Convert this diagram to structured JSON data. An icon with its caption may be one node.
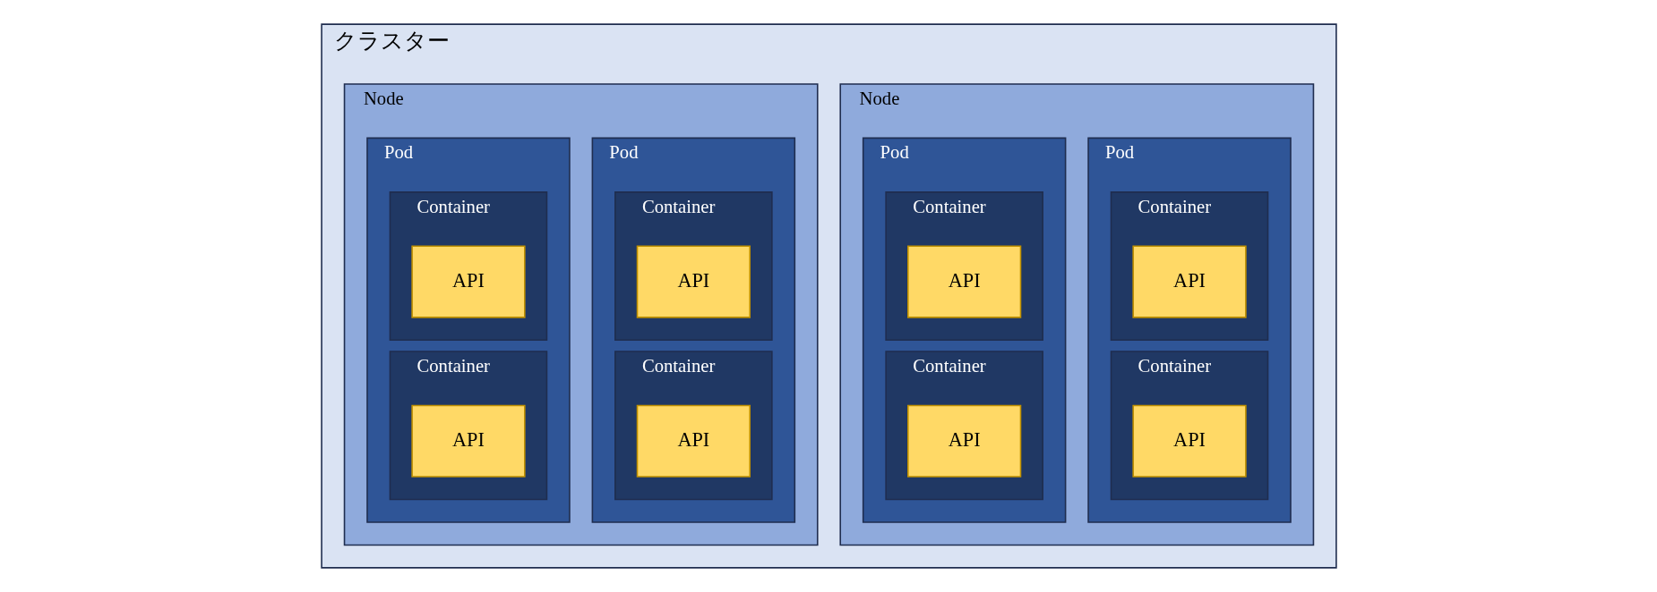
{
  "diagram": {
    "nodes": [
      {
        "text": [
          "クラスター"
        ]
      },
      {
        "text": [
          "Node"
        ],
        "in": 0
      },
      {
        "text": [
          "Pod"
        ],
        "in": 1
      },
      {
        "text": [
          "Container"
        ],
        "in": 2
      },
      {
        "text": [
          "API"
        ],
        "in": 3
      },
      {
        "text": [
          "Container"
        ],
        "in": 2
      },
      {
        "text": [
          "API"
        ],
        "in": 5
      },
      {
        "text": [
          "Pod"
        ],
        "in": 1
      },
      {
        "text": [
          "Container"
        ],
        "in": 7
      },
      {
        "text": [
          "API"
        ],
        "in": 8
      },
      {
        "text": [
          "Container"
        ],
        "in": 7
      },
      {
        "text": [
          "API"
        ],
        "in": 10
      },
      {
        "text": [
          "Node"
        ],
        "in": 0
      },
      {
        "text": [
          "Pod"
        ],
        "in": 12
      },
      {
        "text": [
          "Container"
        ],
        "in": 13
      },
      {
        "text": [
          "API"
        ],
        "in": 14
      },
      {
        "text": [
          "Container"
        ],
        "in": 13
      },
      {
        "text": [
          "API"
        ],
        "in": 16
      },
      {
        "text": [
          "Pod"
        ],
        "in": 12
      },
      {
        "text": [
          "Container"
        ],
        "in": 18
      },
      {
        "text": [
          "API"
        ],
        "in": 19
      },
      {
        "text": [
          "Container"
        ],
        "in": 18
      },
      {
        "text": [
          "API"
        ],
        "in": 21
      }
    ]
  }
}
